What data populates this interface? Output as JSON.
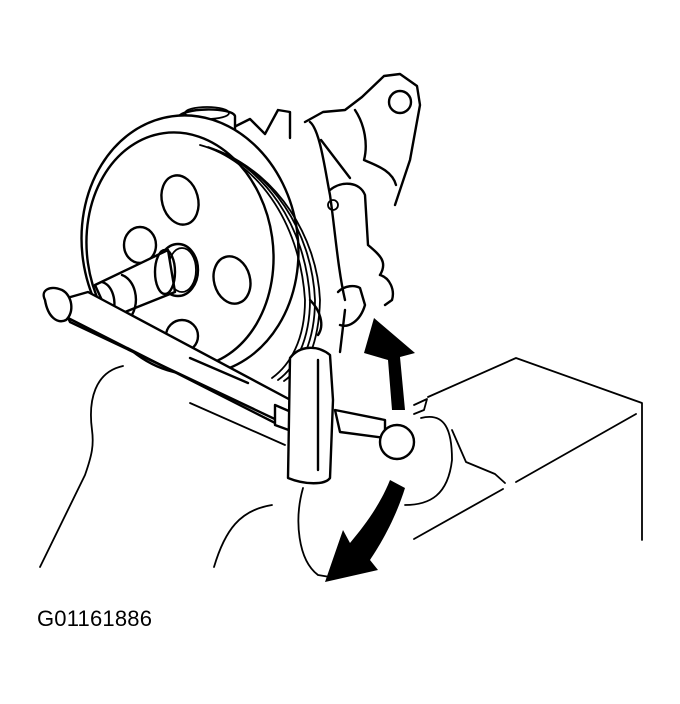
{
  "figure": {
    "id_label": "G01161886",
    "subject": "Power steering pump pulley with puller tool",
    "annotations": {
      "arrow_up": "rotate direction indicator",
      "arrow_down": "rotate direction indicator"
    }
  },
  "colors": {
    "line": "#000000",
    "background": "#ffffff"
  }
}
